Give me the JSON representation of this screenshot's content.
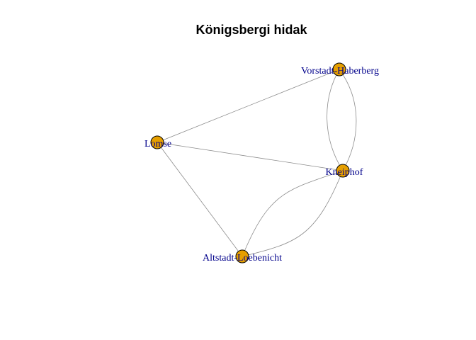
{
  "graph": {
    "title": "Königsbergi hidak",
    "colors": {
      "node_fill": "#E69F00",
      "label": "#00008B",
      "edge": "#8C8C8C"
    },
    "nodes": [
      {
        "id": "vorstadt",
        "label": "Vorstadt-Haberberg"
      },
      {
        "id": "lomse",
        "label": "Lomse"
      },
      {
        "id": "kneiphof",
        "label": "Kneiphof"
      },
      {
        "id": "altstadt",
        "label": "Altstadt-Loebenicht"
      }
    ],
    "edges": [
      {
        "source": "lomse",
        "target": "vorstadt"
      },
      {
        "source": "lomse",
        "target": "kneiphof"
      },
      {
        "source": "lomse",
        "target": "altstadt"
      },
      {
        "source": "vorstadt",
        "target": "kneiphof"
      },
      {
        "source": "vorstadt",
        "target": "kneiphof"
      },
      {
        "source": "altstadt",
        "target": "kneiphof"
      },
      {
        "source": "altstadt",
        "target": "kneiphof"
      }
    ]
  }
}
